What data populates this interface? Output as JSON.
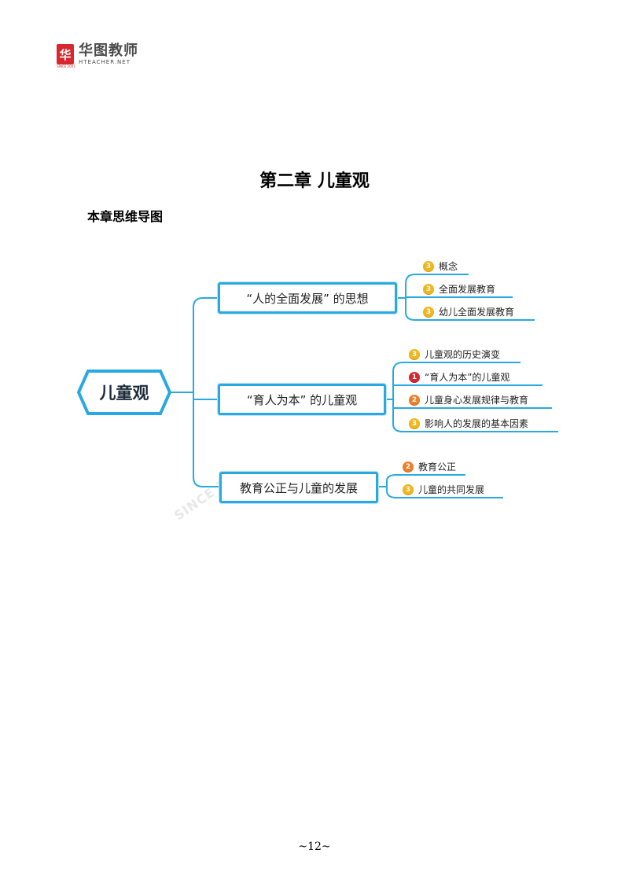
{
  "header": {
    "logo_mark": "华",
    "logo_name": "华图教师",
    "logo_sub": "HTEACHER.NET",
    "logo_since": "SINCE 2001"
  },
  "title": "第二章  儿童观",
  "subtitle": "本章思维导图",
  "mindmap": {
    "root": "儿童观",
    "branches": [
      {
        "label": "“人的全面发展” 的思想",
        "leaves": [
          {
            "level": "3",
            "label": "概念"
          },
          {
            "level": "3",
            "label": "全面发展教育"
          },
          {
            "level": "3",
            "label": "幼儿全面发展教育"
          }
        ]
      },
      {
        "label": "“育人为本” 的儿童观",
        "leaves": [
          {
            "level": "3",
            "label": "儿童观的历史演变"
          },
          {
            "level": "1",
            "label": "“育人为本”的儿童观"
          },
          {
            "level": "2",
            "label": "儿童身心发展规律与教育"
          },
          {
            "level": "3",
            "label": "影响人的发展的基本因素"
          }
        ]
      },
      {
        "label": "教育公正与儿童的发展",
        "leaves": [
          {
            "level": "2",
            "label": "教育公正"
          },
          {
            "level": "3",
            "label": "儿童的共同发展"
          }
        ]
      }
    ],
    "colors": {
      "line": "#29a9e1",
      "level1": "#d6272f",
      "level2": "#ee7d2a",
      "level3": "#f2b51c"
    }
  },
  "watermark": "SINCE 20",
  "page_number": "~12~"
}
